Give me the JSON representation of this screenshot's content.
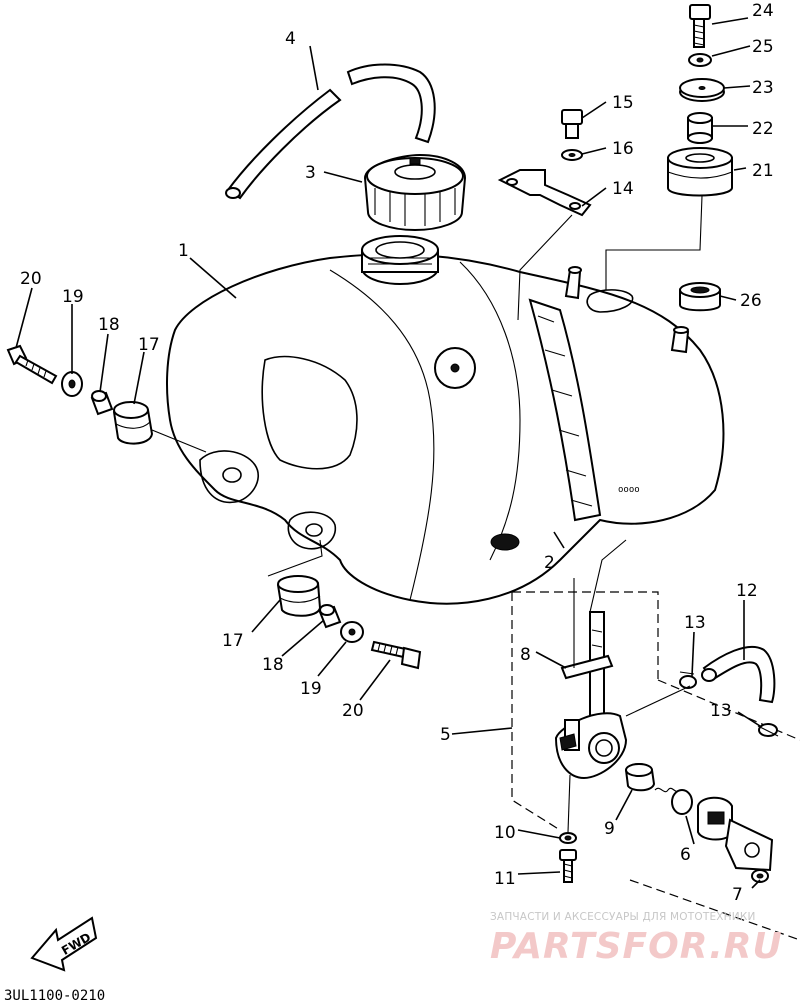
{
  "diagram": {
    "part_numbers": [
      "1",
      "2",
      "3",
      "4",
      "5",
      "6",
      "7",
      "8",
      "9",
      "10",
      "11",
      "12",
      "13",
      "13",
      "14",
      "15",
      "16",
      "17",
      "17",
      "18",
      "18",
      "19",
      "19",
      "20",
      "20",
      "21",
      "22",
      "23",
      "24",
      "25",
      "26"
    ],
    "diagram_code": "3UL1100-0210",
    "fwd_label": "FWD"
  },
  "watermark": {
    "caption": "ЗАПЧАСТИ И АКСЕССУАРЫ ДЛЯ МОТОТЕХНИКИ",
    "brand": "PARTSFOR.RU"
  }
}
